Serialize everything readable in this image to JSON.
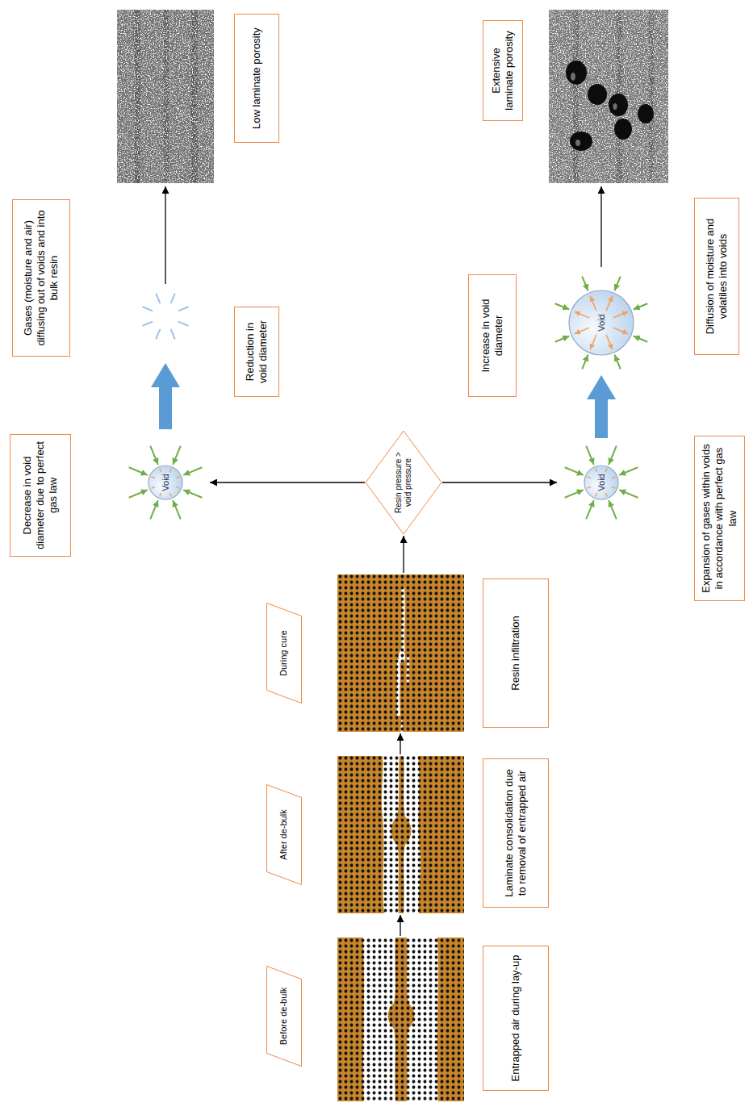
{
  "diagram": {
    "nodes": [
      {
        "text": [
          "Before de-bulk"
        ]
      },
      {
        "text": [
          "Entrapped air during lay-up"
        ]
      },
      {
        "text": [
          "After de-bulk"
        ]
      },
      {
        "text": [
          "Laminate consolidation due to removal of entrapped air"
        ]
      },
      {
        "text": [
          "During cure"
        ]
      },
      {
        "text": [
          "Resin infiltration"
        ]
      },
      {
        "text": [
          "Resin pressure > void pressure"
        ]
      },
      {
        "text": [
          "Decrease in void diameter due to perfect gas law"
        ]
      },
      {
        "text": [
          "Void"
        ]
      },
      {
        "text": [
          "Gases (moisture and air) diffusing out of voids and into bulk resin"
        ]
      },
      {
        "text": [
          "Reduction in void diameter"
        ]
      },
      {
        "text": [
          "Low laminate porosity"
        ]
      },
      {
        "text": [
          "Increase in void diameter"
        ]
      },
      {
        "text": [
          "Void"
        ]
      },
      {
        "text": [
          "Expansion of gases within voids in accordance with perfect gas law"
        ]
      },
      {
        "text": [
          "Void"
        ]
      },
      {
        "text": [
          "Diffusion of moisture and volatiles into voids"
        ]
      },
      {
        "text": [
          "Extensive laminate porosity"
        ]
      }
    ],
    "edges": [
      {
        "from": 6,
        "to": 8,
        "arrow": "to"
      },
      {
        "from": 6,
        "to": 13,
        "arrow": "to"
      },
      {
        "from": 13,
        "to": 15,
        "arrow": "to"
      }
    ]
  }
}
